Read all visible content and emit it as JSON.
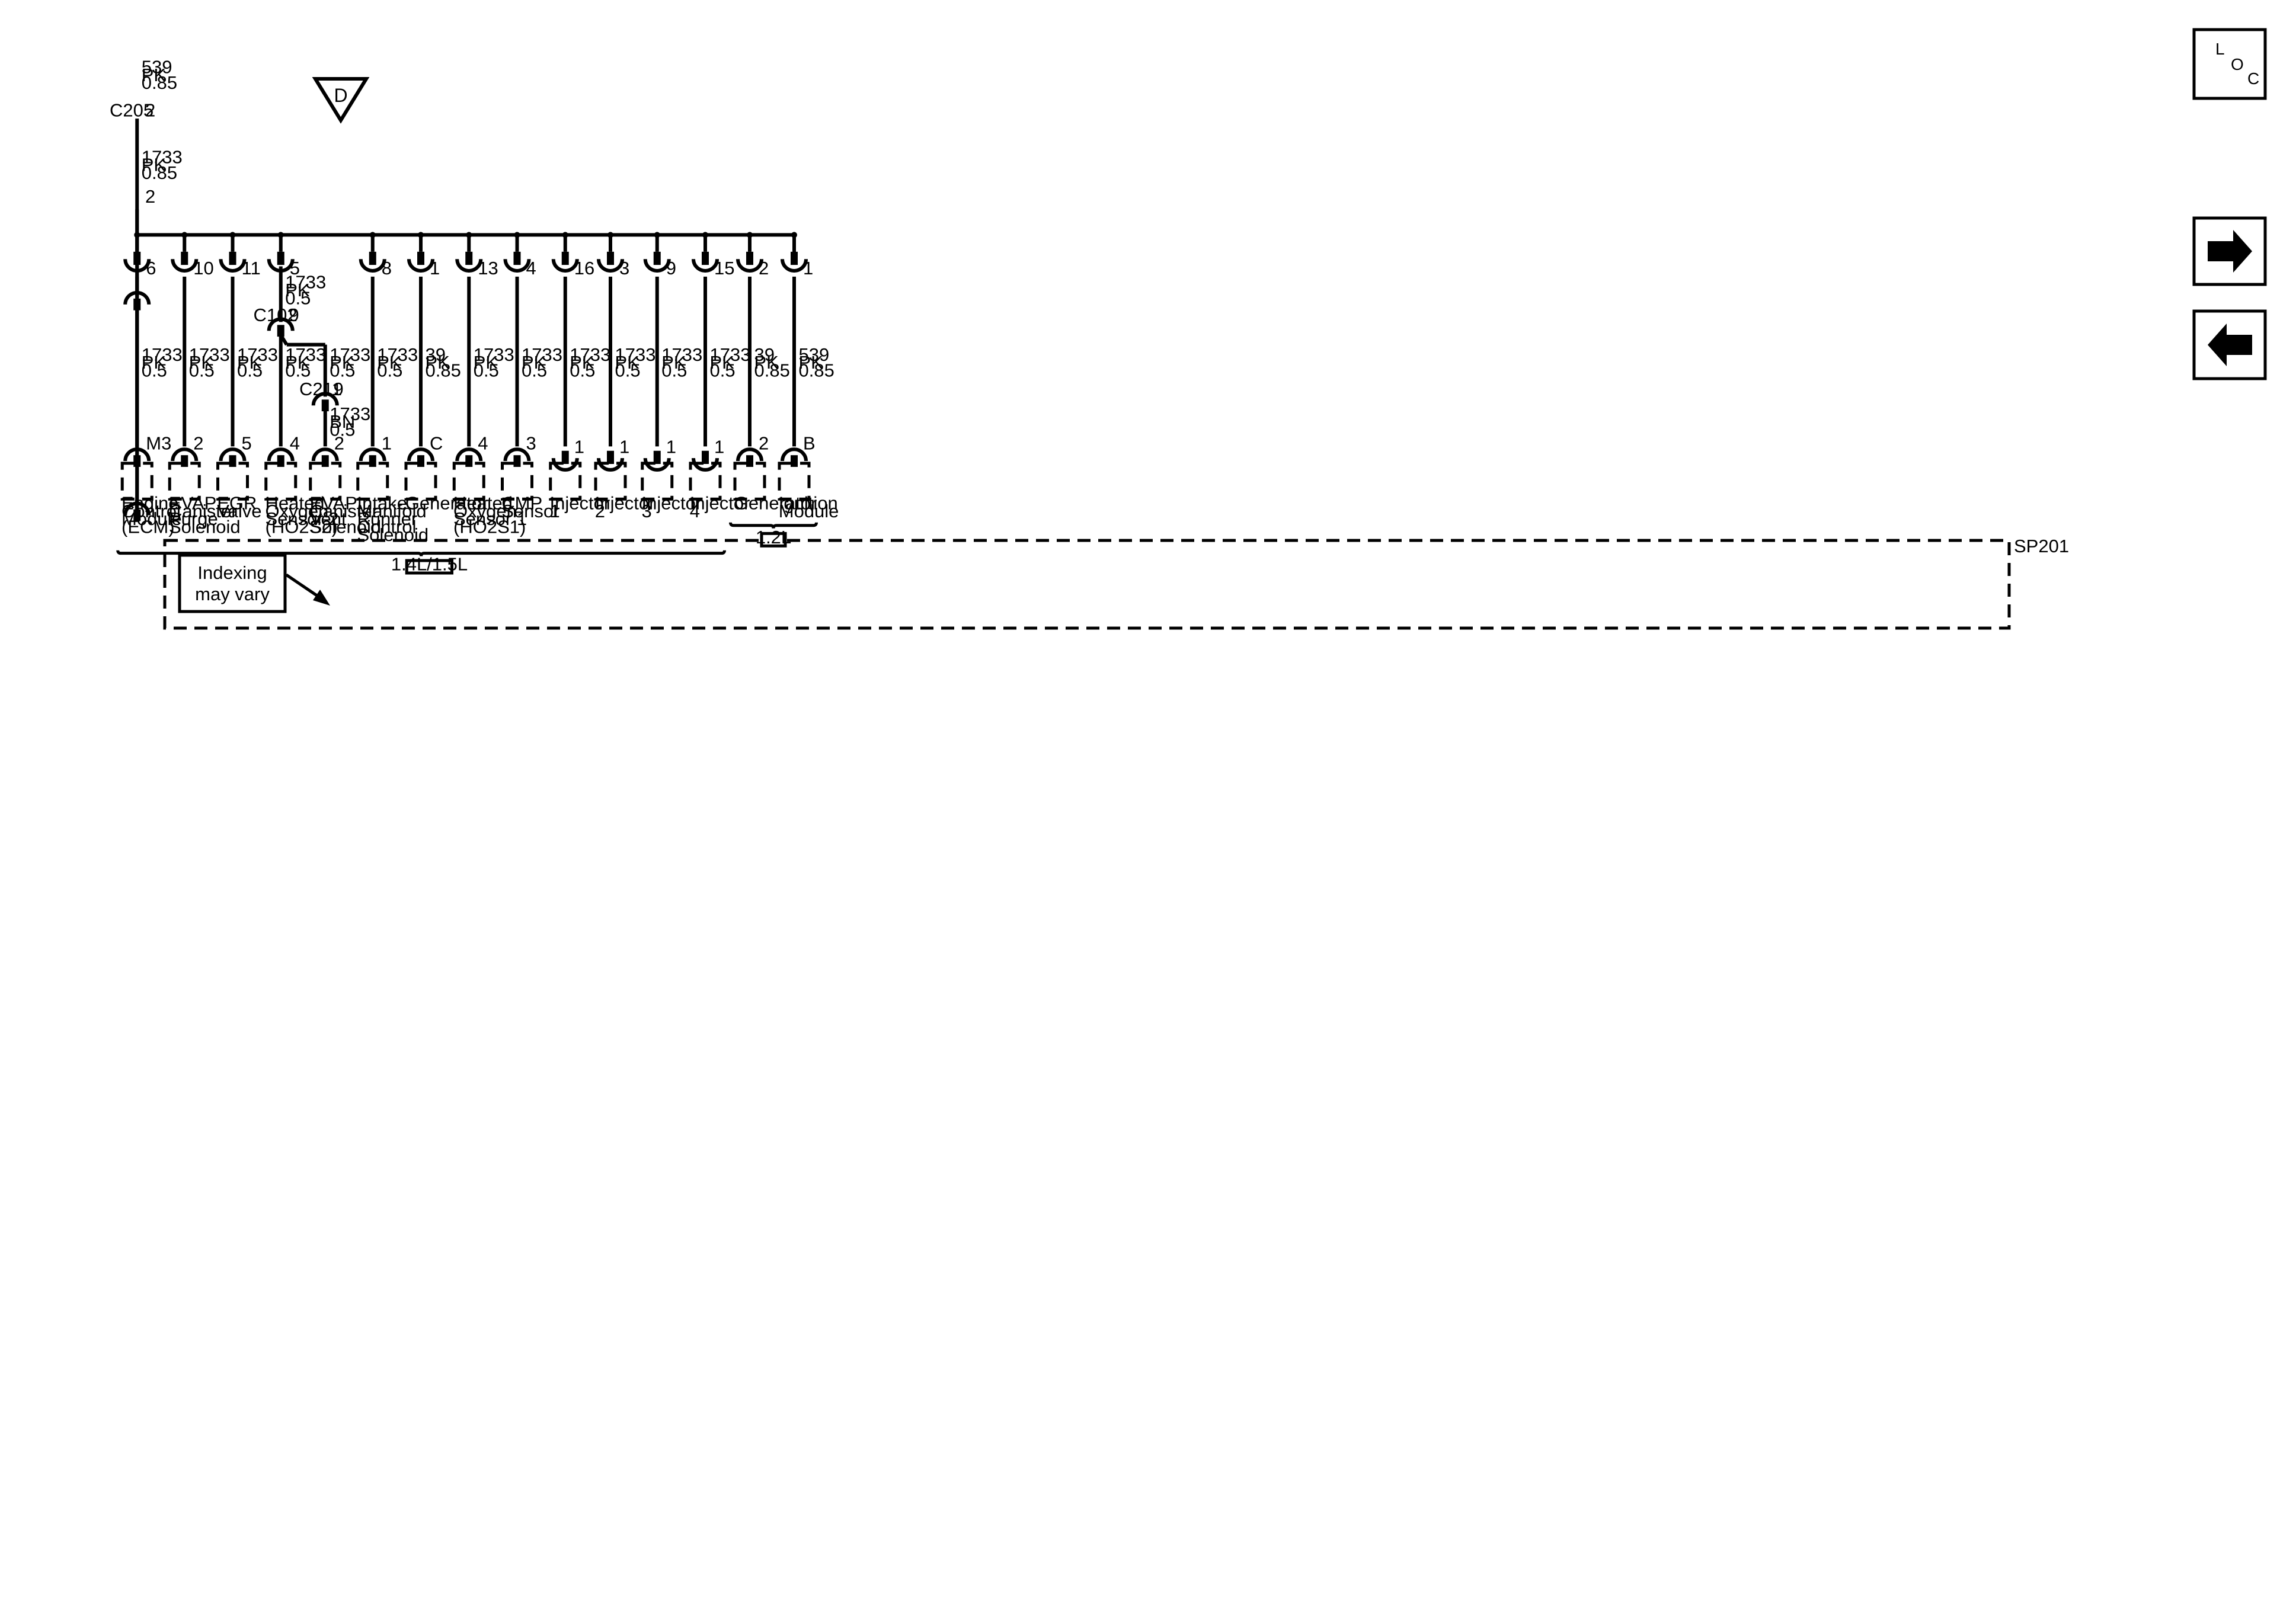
{
  "source": {
    "symbol_letter": "D",
    "wire": [
      "539",
      "PK",
      "0.85"
    ]
  },
  "inline_c205": {
    "connector": "C205",
    "pin": "2",
    "wire_after": [
      "1733",
      "PK",
      "0.85"
    ]
  },
  "splice": {
    "name": "SP201",
    "in_pin": "2",
    "note_lines": [
      "Indexing",
      "may vary"
    ]
  },
  "nav": {
    "loc_letters": [
      "L",
      "O",
      "C"
    ],
    "forward_icon": "arrow-right-icon",
    "back_icon": "arrow-left-icon"
  },
  "branches": [
    {
      "id": "ecm",
      "splice_pin": "6",
      "wire": [
        "1733",
        "PK",
        "0.5"
      ],
      "comp_pin": "M3",
      "name_lines": [
        "Engine",
        "Control",
        "Module",
        "(ECM)"
      ],
      "conn_style": "male"
    },
    {
      "id": "evap-purge",
      "splice_pin": "10",
      "wire": [
        "1733",
        "PK",
        "0.5"
      ],
      "comp_pin": "2",
      "name_lines": [
        "EVAP",
        "Canister",
        "Purge",
        "Solenoid"
      ],
      "conn_style": "male"
    },
    {
      "id": "egr",
      "splice_pin": "11",
      "wire": [
        "1733",
        "PK",
        "0.5"
      ],
      "comp_pin": "5",
      "name_lines": [
        "EGR",
        "Valve"
      ],
      "conn_style": "male"
    },
    {
      "id": "ho2s2",
      "splice_pin": "5",
      "wire_upper": [
        "1733",
        "PK",
        "0.5"
      ],
      "inline": {
        "connector": "C102",
        "pin": "9"
      },
      "wire": [
        "1733",
        "PK",
        "0.5"
      ],
      "comp_pin": "4",
      "name_lines": [
        "Heated",
        "Oxygen",
        "Sensor 2",
        "(HO2S2)"
      ],
      "conn_style": "male"
    },
    {
      "id": "evap-vent",
      "wire": [
        "1733",
        "PK",
        "0.5"
      ],
      "inline": {
        "connector": "C211",
        "pin": "9"
      },
      "wire_lower": [
        "1733",
        "BN",
        "0.5"
      ],
      "comp_pin": "2",
      "name_lines": [
        "EVAP",
        "Canister",
        "Vent",
        "Solenoid"
      ],
      "conn_style": "male"
    },
    {
      "id": "imrc",
      "splice_pin": "8",
      "wire": [
        "1733",
        "PK",
        "0.5"
      ],
      "comp_pin": "1",
      "name_lines": [
        "Intake",
        "Manifold",
        "Runner",
        "Control",
        "Solenoid"
      ],
      "conn_style": "male"
    },
    {
      "id": "generator",
      "splice_pin": "1",
      "wire": [
        "39",
        "PK",
        "0.85"
      ],
      "comp_pin": "C",
      "name_lines": [
        "Generator"
      ],
      "conn_style": "male"
    },
    {
      "id": "ho2s1",
      "splice_pin": "13",
      "wire": [
        "1733",
        "PK",
        "0.5"
      ],
      "comp_pin": "4",
      "name_lines": [
        "Heated",
        "Oxygen",
        "Sensor 1",
        "(HO2S1)"
      ],
      "conn_style": "male"
    },
    {
      "id": "cmp",
      "splice_pin": "4",
      "wire": [
        "1733",
        "PK",
        "0.5"
      ],
      "comp_pin": "3",
      "name_lines": [
        "CMP",
        "Sensor"
      ],
      "conn_style": "male"
    },
    {
      "id": "injector-1",
      "splice_pin": "16",
      "wire": [
        "1733",
        "PK",
        "0.5"
      ],
      "comp_pin": "1",
      "name_lines": [
        "Injector",
        "1"
      ],
      "conn_style": "female"
    },
    {
      "id": "injector-2",
      "splice_pin": "3",
      "wire": [
        "1733",
        "PK",
        "0.5"
      ],
      "comp_pin": "1",
      "name_lines": [
        "Injector",
        "2"
      ],
      "conn_style": "female"
    },
    {
      "id": "injector-3",
      "splice_pin": "9",
      "wire": [
        "1733",
        "PK",
        "0.5"
      ],
      "comp_pin": "1",
      "name_lines": [
        "Injector",
        "3"
      ],
      "conn_style": "female"
    },
    {
      "id": "injector-4",
      "splice_pin": "15",
      "wire": [
        "1733",
        "PK",
        "0.5"
      ],
      "comp_pin": "1",
      "name_lines": [
        "Injector",
        "4"
      ],
      "conn_style": "female"
    },
    {
      "id": "generator-12l",
      "splice_pin": "2",
      "wire": [
        "39",
        "PK",
        "0.85"
      ],
      "comp_pin": "2",
      "name_lines": [
        "Generator"
      ],
      "conn_style": "male"
    },
    {
      "id": "ignition-module",
      "splice_pin": "1",
      "wire": [
        "539",
        "PK",
        "0.85"
      ],
      "comp_pin": "B",
      "name_lines": [
        "Ignition",
        "Module"
      ],
      "conn_style": "male"
    }
  ],
  "groups": [
    {
      "id": "group-14l",
      "label": "1.4L/1.5L"
    },
    {
      "id": "group-12l",
      "label": "1.2L"
    }
  ]
}
